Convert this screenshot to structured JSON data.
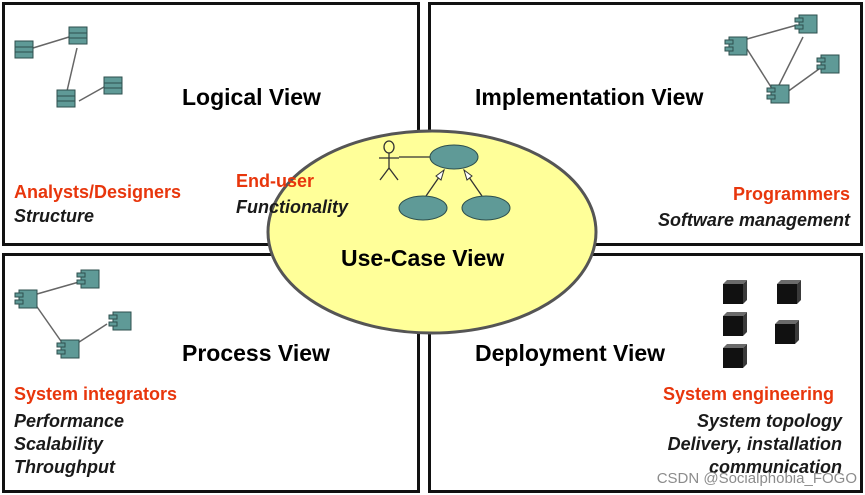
{
  "views": {
    "logical": {
      "title": "Logical View",
      "role": "Analysts/Designers",
      "concerns": [
        "Structure"
      ]
    },
    "implementation": {
      "title": "Implementation View",
      "role": "Programmers",
      "concerns": [
        "Software management"
      ]
    },
    "process": {
      "title": "Process View",
      "role": "System integrators",
      "concerns": [
        "Performance",
        "Scalability",
        "Throughput"
      ]
    },
    "deployment": {
      "title": "Deployment View",
      "role": "System engineering",
      "concerns": [
        "System topology",
        "Delivery, installation",
        "communication"
      ]
    },
    "use_case": {
      "title": "Use-Case View",
      "role": "End-user",
      "concerns": [
        "Functionality"
      ]
    }
  },
  "icons": {
    "logical": "class-diagram-icon",
    "implementation": "component-diagram-icon",
    "process": "process-diagram-icon",
    "deployment": "node-cubes-icon",
    "use_case": "use-case-diagram-icon"
  },
  "colors": {
    "role_text": "#e8360c",
    "ellipse_fill": "#ffff99",
    "icon_fill": "#5f9a97"
  },
  "watermark": "CSDN @Socialphobia_FOGO"
}
